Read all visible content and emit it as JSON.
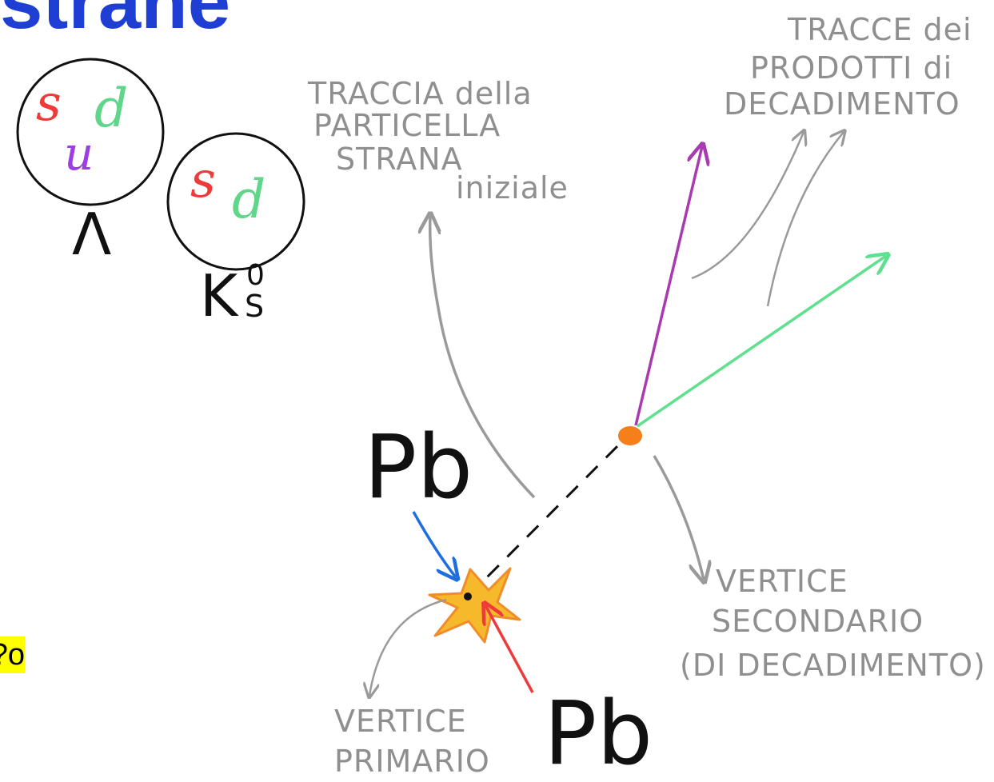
{
  "title": "strane",
  "highlight_text": "o?",
  "particles": {
    "lambda": {
      "quarks": [
        "s",
        "d",
        "u"
      ],
      "symbol": "Λ"
    },
    "kaon": {
      "quarks": [
        "s",
        "d"
      ],
      "symbol": "K",
      "superscript": "0",
      "subscript": "S"
    }
  },
  "labels": {
    "initial_track": [
      "TRACCIA della",
      "PARTICELLA",
      "STRANA",
      "iniziale"
    ],
    "decay_products": [
      "TRACCE dei",
      "PRODOTTI di",
      "DECADIMENTO"
    ],
    "secondary_vertex": [
      "VERTICE",
      "SECONDARIO",
      "(DI DECADIMENTO)"
    ],
    "primary_vertex": [
      "VERTICE",
      "PRIMARIO"
    ],
    "beam_top": "Pb",
    "beam_bottom": "Pb"
  },
  "colors": {
    "title": "#1f3fd4",
    "s_quark": "#f03a3a",
    "d_quark": "#5fd68a",
    "u_quark": "#9b3fe0",
    "track_purple": "#a93bb0",
    "track_green": "#5fe08e",
    "vertex_orange": "#f57f1a",
    "beam_blue": "#1d6fe0",
    "beam_red": "#ee3a3a",
    "star": "#f7b92c",
    "annotation_gray": "#8f8f8f"
  }
}
